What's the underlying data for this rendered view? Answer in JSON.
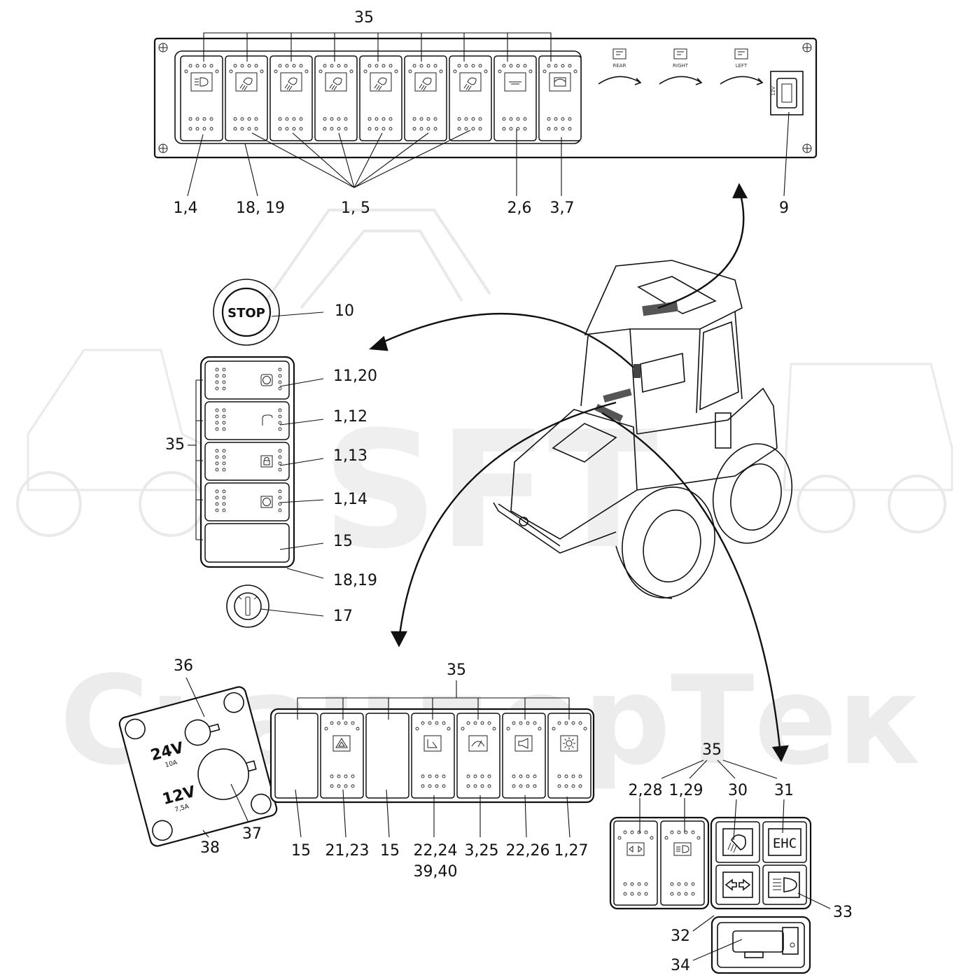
{
  "watermark": {
    "brand": "SFT",
    "text": "СкандорТек"
  },
  "top_panel": {
    "bracket_label": "35",
    "mirror_labels": [
      "REAR",
      "RIGHT",
      "LEFT"
    ],
    "socket_label": "12V",
    "callouts": [
      "1,4",
      "18, 19",
      "1, 5",
      "2,6",
      "3,7",
      "9"
    ]
  },
  "stop_button": {
    "text": "STOP",
    "callout": "10"
  },
  "side_panel": {
    "bracket_label": "35",
    "callouts": [
      "11,20",
      "1,12",
      "1,13",
      "1,14",
      "15",
      "18,19"
    ]
  },
  "key_switch": {
    "callout": "17"
  },
  "bottom_panel": {
    "bracket_label": "35",
    "callouts": [
      "15",
      "21,23",
      "15",
      "22,24",
      "39,40",
      "3,25",
      "22,26",
      "1,27"
    ]
  },
  "socket_plate": {
    "voltage_a": "24V",
    "current_a": "10A",
    "voltage_b": "12V",
    "current_b": "7,5A",
    "callouts": [
      "36",
      "37",
      "38"
    ]
  },
  "right_group": {
    "bracket_label": "35",
    "ehc_text": "EHC",
    "callouts": [
      "2,28",
      "1,29",
      "30",
      "31",
      "32",
      "33",
      "34"
    ]
  }
}
